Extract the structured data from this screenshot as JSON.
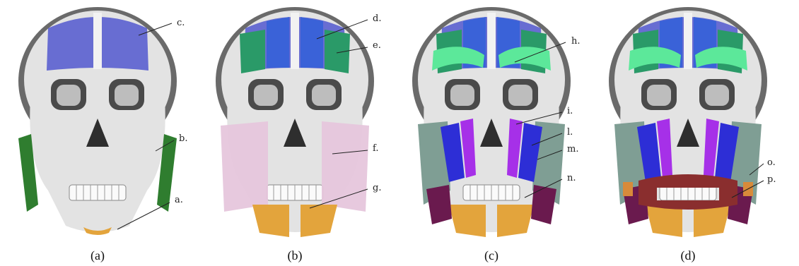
{
  "panels": [
    {
      "caption": "(a)",
      "layers": [
        "frontal",
        "masseter",
        "chin"
      ],
      "labels": [
        {
          "text": "c.",
          "target": "frontal"
        },
        {
          "text": "b.",
          "target": "masseter"
        },
        {
          "text": "a.",
          "target": "chin"
        }
      ]
    },
    {
      "caption": "(b)",
      "layers": [
        "frontal",
        "frontal_lateral",
        "cheek",
        "chin_muscle"
      ],
      "labels": [
        {
          "text": "d.",
          "target": "frontal_center"
        },
        {
          "text": "e.",
          "target": "frontal_lateral"
        },
        {
          "text": "f.",
          "target": "cheek"
        },
        {
          "text": "g.",
          "target": "chin_muscle"
        }
      ]
    },
    {
      "caption": "(c)",
      "layers": [
        "frontal",
        "frontal_lateral",
        "brow",
        "cheek_grey",
        "zygomatic",
        "depressor",
        "chin_muscle"
      ],
      "labels": [
        {
          "text": "h.",
          "target": "brow"
        },
        {
          "text": "i.",
          "target": "zygomatic_inner"
        },
        {
          "text": "l.",
          "target": "zygomatic_outer"
        },
        {
          "text": "m.",
          "target": "cheek_grey"
        },
        {
          "text": "n.",
          "target": "depressor"
        }
      ]
    },
    {
      "caption": "(d)",
      "layers": [
        "frontal",
        "frontal_lateral",
        "brow",
        "cheek_grey",
        "zygomatic",
        "depressor",
        "chin_muscle",
        "orbicularis"
      ],
      "labels": [
        {
          "text": "o.",
          "target": "buccinator"
        },
        {
          "text": "p.",
          "target": "orbicularis"
        }
      ]
    }
  ],
  "colors": {
    "skull": "#e3e3e3",
    "skull_dark": "#4a4a4a",
    "frontal": "#5a5fcf",
    "frontal_blue": "#3a62d8",
    "frontal_lateral": "#2a9a68",
    "brow": "#5ce89a",
    "masseter": "#2f7d2f",
    "cheek": "#e6c6dc",
    "chin_muscle": "#e3a43c",
    "cheek_grey": "#7f9e94",
    "zygomatic_blue": "#2d2ed6",
    "zygomatic_purple": "#a630e8",
    "depressor": "#6a1a4e",
    "orbicularis": "#8a2e2e",
    "buccinator": "#d88a3a"
  }
}
